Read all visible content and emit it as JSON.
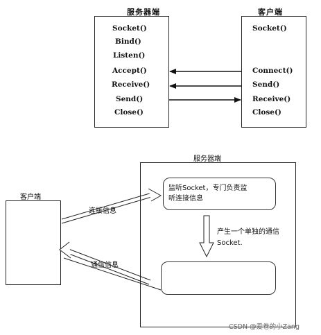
{
  "top": {
    "server_title": "服务器端",
    "client_title": "客户端",
    "server_fns": [
      "Socket()",
      "Bind()",
      "Listen()",
      "Accept()",
      "Receive()",
      "Send()",
      "Close()"
    ],
    "client_fns": [
      "Socket()",
      "Connect()",
      "Send()",
      "Receive()",
      "Close()"
    ]
  },
  "bottom": {
    "server_title": "服务器端",
    "client_title": "客户端",
    "listen_socket": "监听Socket，专门负责监听连接信息",
    "produce_socket": "产生一个单独的通信Socket.",
    "connect_info": "连接信息",
    "comm_info": "通信信息"
  },
  "watermark": "CSDN @爱卷的小Zang"
}
